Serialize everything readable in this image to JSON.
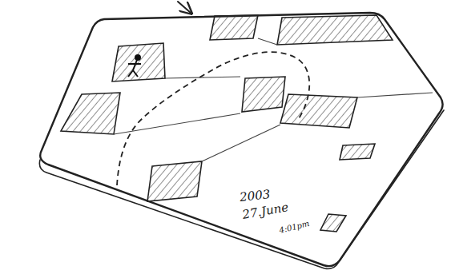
{
  "diagram": {
    "labels": [
      "2003",
      "27.June",
      "4:01pm"
    ]
  }
}
